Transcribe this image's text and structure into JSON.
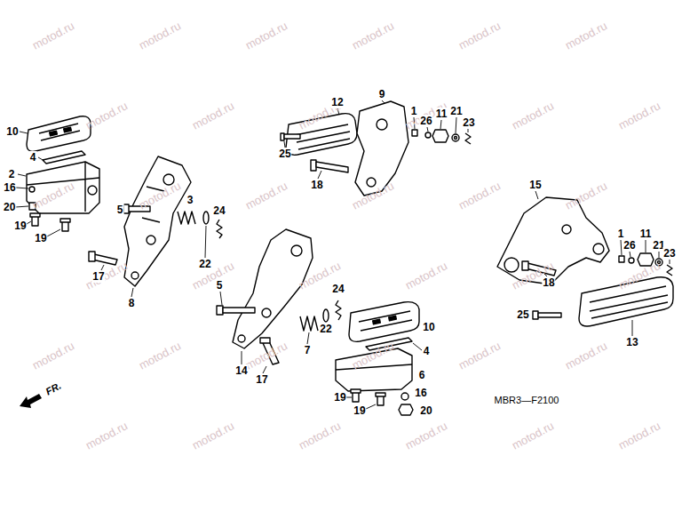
{
  "diagram": {
    "labels": [
      "10",
      "4",
      "2",
      "16",
      "20",
      "19",
      "19",
      "5",
      "3",
      "24",
      "22",
      "17",
      "8",
      "12",
      "9",
      "1",
      "26",
      "11",
      "21",
      "23",
      "25",
      "18",
      "5",
      "24",
      "22",
      "10",
      "7",
      "4",
      "14",
      "17",
      "6",
      "16",
      "19",
      "19",
      "20",
      "15",
      "1",
      "11",
      "26",
      "21",
      "23",
      "18",
      "25",
      "13",
      "MBR3—F2100",
      "FR.",
      "motod.ru",
      "motod.ru",
      "motod.ru",
      "motod.ru",
      "motod.ru",
      "motod.ru",
      "motod.ru",
      "motod.ru",
      "motod.ru",
      "motod.ru",
      "motod.ru",
      "motod.ru",
      "motod.ru",
      "motod.ru",
      "motod.ru",
      "motod.ru",
      "motod.ru",
      "motod.ru",
      "motod.ru",
      "motod.ru",
      "motod.ru",
      "motod.ru",
      "motod.ru",
      "motod.ru",
      "motod.ru",
      "motod.ru",
      "motod.ru",
      "motod.ru",
      "motod.ru",
      "motod.ru",
      "motod.ru",
      "motod.ru",
      "motod.ru",
      "motod.ru",
      "motod.ru",
      "motod.ru"
    ]
  }
}
